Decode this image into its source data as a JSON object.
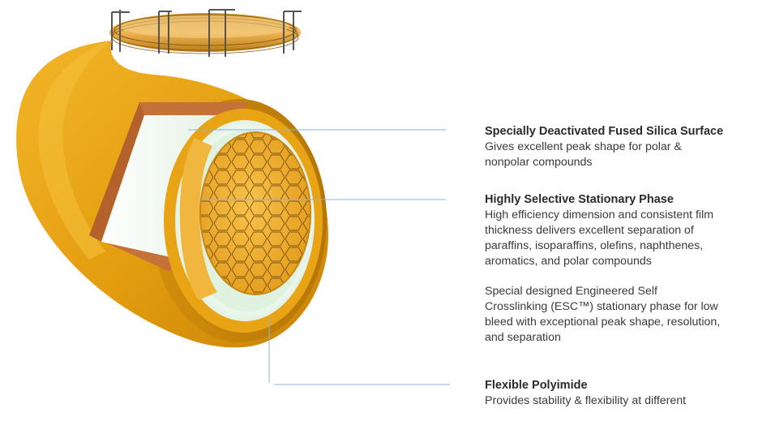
{
  "callouts": {
    "silica": {
      "title": "Specially Deactivated Fused Silica Surface",
      "lines": [
        "Gives excellent peak shape for polar &",
        "nonpolar compounds"
      ]
    },
    "phase": {
      "title": "Highly Selective Stationary Phase",
      "lines": [
        "High efficiency dimension and consistent film",
        "thickness delivers excellent separation of",
        "paraffins, isoparaffins, olefins, naphthenes,",
        "aromatics, and polar compounds"
      ]
    },
    "esc": {
      "lines": [
        "Special designed Engineered Self",
        "Crosslinking (ESC™) stationary phase for low",
        "bleed with exceptional peak shape, resolution,",
        "and separation"
      ]
    },
    "polyimide": {
      "title": "Flexible Polyimide",
      "lines": [
        "Provides stability & flexibility at different"
      ]
    }
  },
  "colors": {
    "polyimide": "#e3a012",
    "polyimide_dark": "#b97a06",
    "cut_edge": "#c4713a",
    "silica": "#e4f3e6",
    "phase_core": "#f3b33a",
    "leader_line": "#8fb2d6",
    "text": "#333333"
  }
}
